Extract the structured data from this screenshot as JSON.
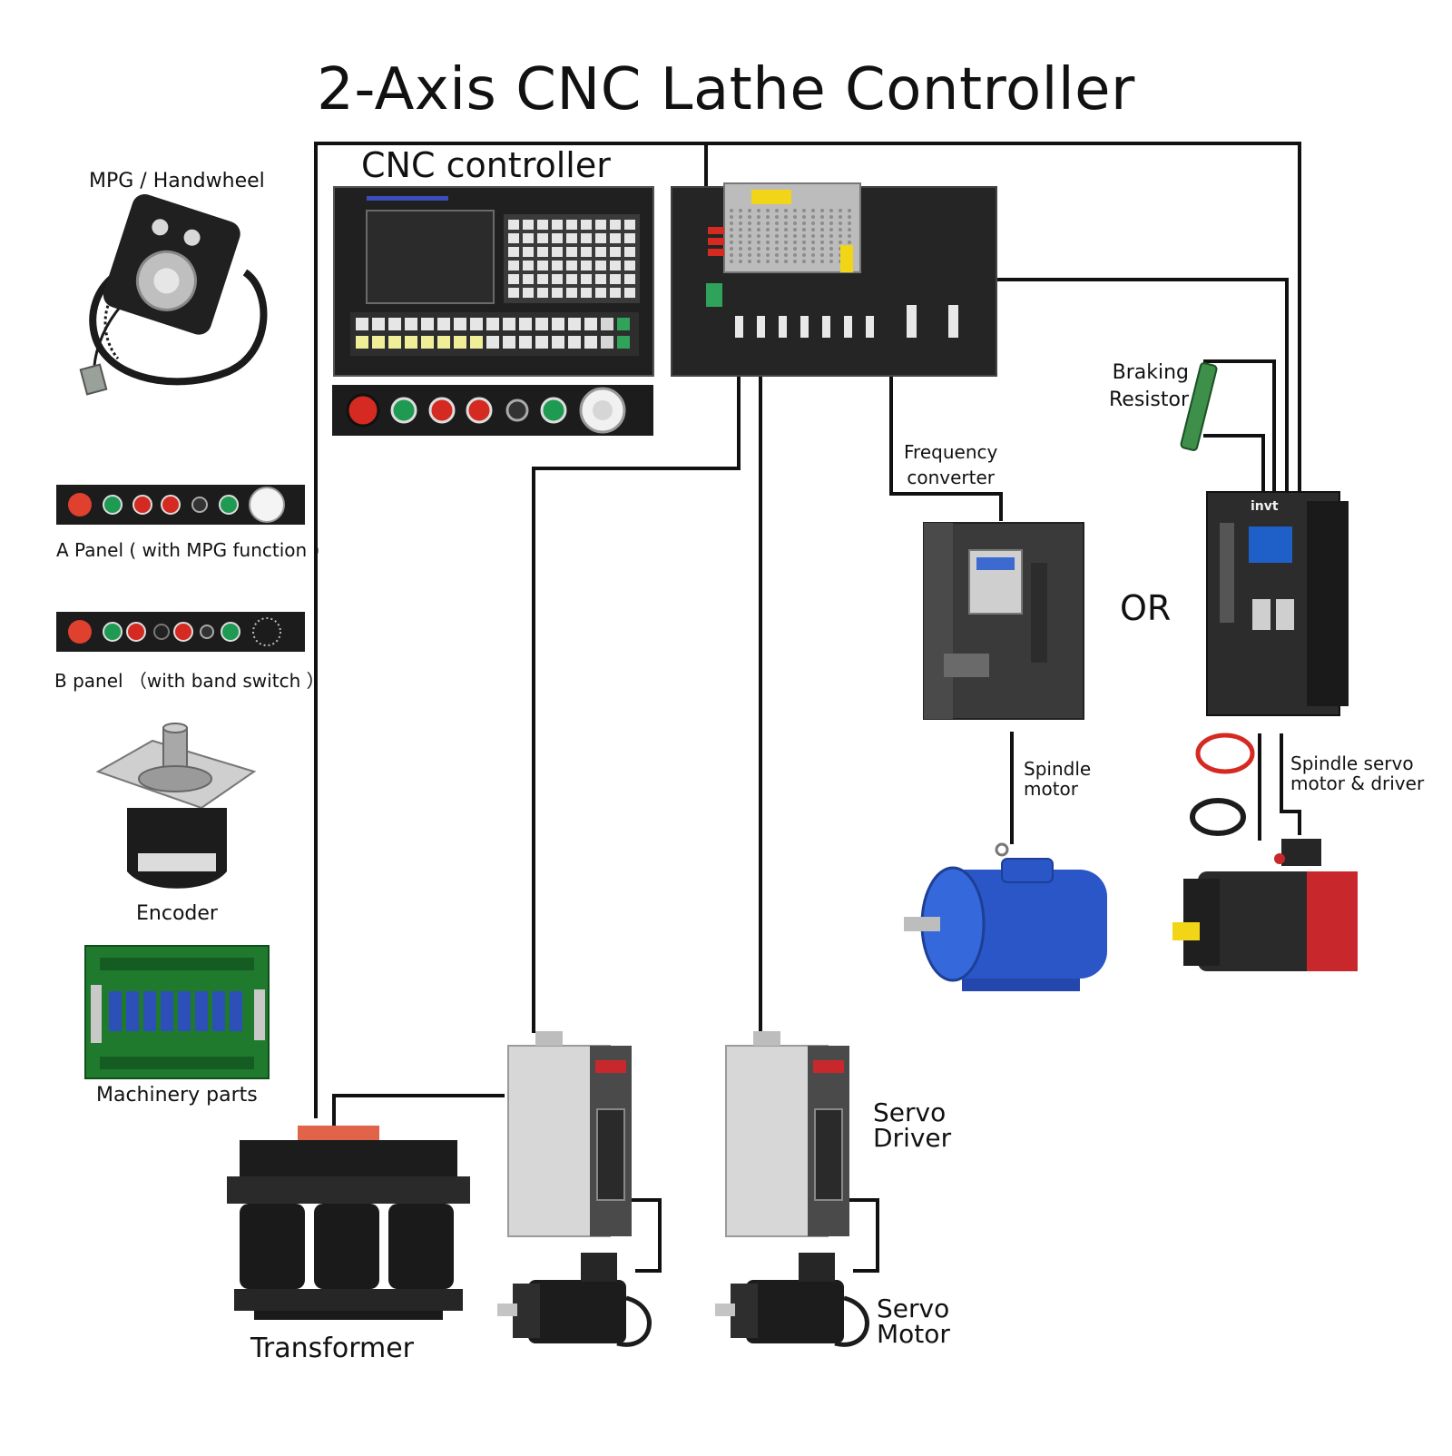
{
  "title": "2-Axis CNC Lathe Controller",
  "labels": {
    "mpg": "MPG / Handwheel",
    "cnc_controller": "CNC controller",
    "a_panel": "A Panel ( with MPG function )",
    "b_panel": "B panel （with band switch ）",
    "encoder": "Encoder",
    "machinery_parts": "Machinery parts",
    "transformer": "Transformer",
    "servo_driver_line1": "Servo",
    "servo_driver_line2": "Driver",
    "servo_motor_line1": "Servo",
    "servo_motor_line2": "Motor",
    "frequency_line1": "Frequency",
    "frequency_line2": "converter",
    "braking_line1": "Braking",
    "braking_line2": "Resistor",
    "or": "OR",
    "spindle_motor_line1": "Spindle",
    "spindle_motor_line2": "motor",
    "spindle_servo_line1": "Spindle servo",
    "spindle_servo_line2": "motor & driver",
    "vfd_brand": "invt"
  },
  "colors": {
    "wire": "#111111",
    "panel_black": "#1c1c1c",
    "button_red": "#d42a22",
    "button_green": "#1f9a52",
    "motor_blue": "#2a56c8",
    "pcb_green": "#1f7a2e",
    "relay_blue": "#2d4fb8",
    "servo_red": "#c8282c",
    "yellow": "#f1d516"
  },
  "icons": [
    "handwheel-icon",
    "encoder-icon",
    "relay-board-icon",
    "transformer-icon",
    "servo-driver-icon",
    "servo-motor-icon",
    "vfd-icon",
    "spindle-motor-icon",
    "braking-resistor-icon",
    "power-supply-icon"
  ]
}
